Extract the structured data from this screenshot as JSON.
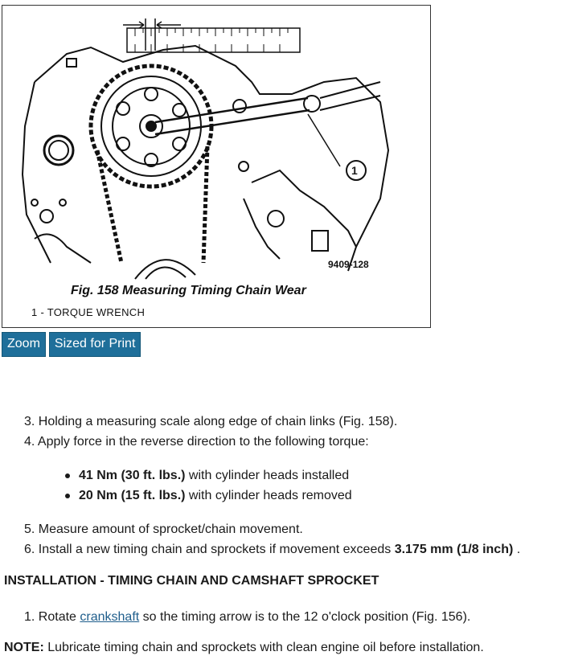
{
  "figure": {
    "caption": "Fig. 158 Measuring Timing Chain Wear",
    "legend": "1 - TORQUE WRENCH",
    "drawing_number": "9409-128",
    "callout": "1"
  },
  "buttons": {
    "zoom": "Zoom",
    "print": "Sized for Print"
  },
  "steps_a": [
    {
      "num": "3.",
      "text": "Holding a measuring scale along edge of chain links (Fig. 158)."
    },
    {
      "num": "4.",
      "text": "Apply force in the reverse direction to the following torque:"
    }
  ],
  "bullets": [
    {
      "bold": "41 Nm (30 ft. lbs.)",
      "text": " with cylinder heads installed"
    },
    {
      "bold": "20 Nm (15 ft. lbs.)",
      "text": " with cylinder heads removed"
    }
  ],
  "steps_b": [
    {
      "num": "5.",
      "text": "Measure amount of sprocket/chain movement."
    },
    {
      "num": "6.",
      "text": "Install a new timing chain and sprockets if movement exceeds ",
      "bold": "3.175 mm (1/8 inch)",
      "tail": " ."
    }
  ],
  "heading": "INSTALLATION - TIMING CHAIN AND CAMSHAFT SPROCKET",
  "step_install": {
    "num": "1.",
    "pre": "Rotate ",
    "link": "crankshaft",
    "post": " so the timing arrow is to the 12 o'clock position (Fig. 156)."
  },
  "note": {
    "label": "NOTE:",
    "text": " Lubricate timing chain and sprockets with clean engine oil before installation."
  }
}
